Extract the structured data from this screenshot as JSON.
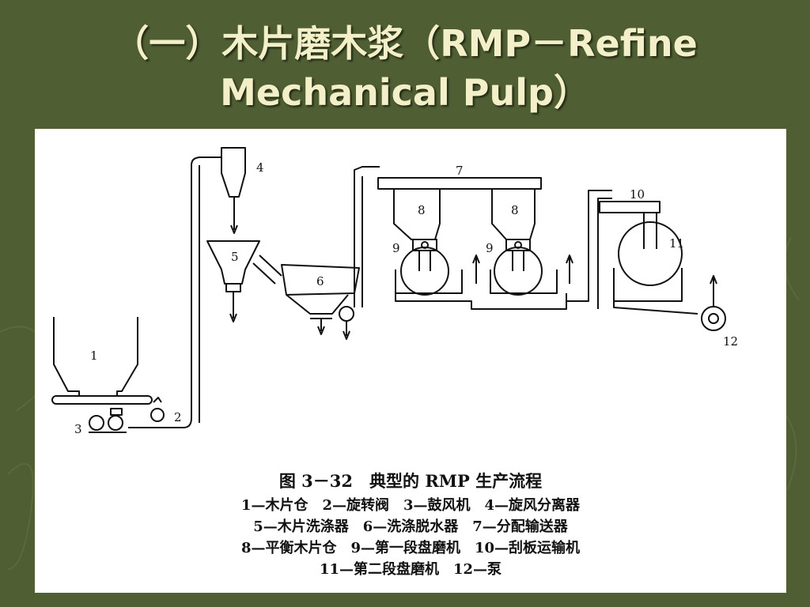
{
  "slide": {
    "title_line1_cn": "（一）木片磨木浆（",
    "title_line1_en": "RMP－Refine",
    "title_line2": "Mechanical Pulp）"
  },
  "diagram": {
    "labels": {
      "n1": "1",
      "n2": "2",
      "n3": "3",
      "n4": "4",
      "n5": "5",
      "n6": "6",
      "n7": "7",
      "n8a": "8",
      "n8b": "8",
      "n9a": "9",
      "n9b": "9",
      "n10": "10",
      "n11": "11",
      "n12": "12"
    },
    "caption": {
      "title": "图 3－32　典型的 RMP 生产流程",
      "line1": "1—木片仓　2—旋转阀　3—鼓风机　4—旋风分离器",
      "line2": "5—木片洗涤器　6—洗涤脱水器　7—分配输送器",
      "line3": "8—平衡木片仓　9—第一段盘磨机　10—刮板运输机",
      "line4": "11—第二段盘磨机　12—泵"
    }
  },
  "colors": {
    "background": "#4f5e33",
    "title": "#f3efc9",
    "figure_bg": "#ffffff",
    "ink": "#111111"
  }
}
